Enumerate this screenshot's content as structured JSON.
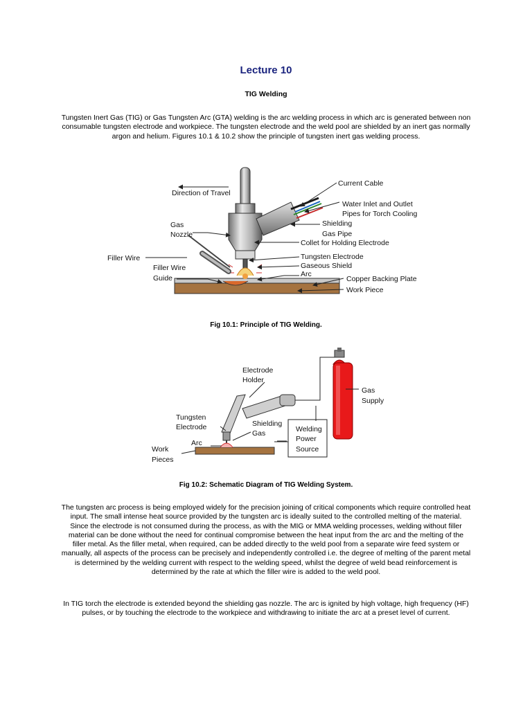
{
  "header": {
    "lecture_title": "Lecture 10",
    "section_title": "TIG Welding"
  },
  "paragraphs": {
    "intro": "Tungsten Inert Gas (TIG) or Gas Tungsten Arc (GTA) welding is the arc welding process in which arc is generated between non consumable tungsten electrode and workpiece. The tungsten electrode and the weld pool are shielded by an inert gas normally argon and helium. Figures 10.1 & 10.2 show the principle of tungsten inert gas welding process.",
    "process": "The tungsten arc process is being employed widely for the precision joining of critical components which require controlled heat input. The small intense heat source provided by the tungsten arc is ideally suited to the controlled melting of the material. Since the electrode is not consumed during the process, as with the MIG or MMA welding processes, welding without filler material can be done without the need for continual compromise between the heat input from the arc and the melting of the filler metal. As the filler metal, when required, can be added directly to the weld pool from a separate wire feed system or manually, all aspects of the process can be precisely and independently controlled i.e. the degree of melting of the parent metal is determined by the welding current with respect to the welding speed, whilst the degree of weld bead reinforcement is determined by the rate at which the filler wire is added to the weld pool.",
    "torch": "In TIG torch the electrode is extended beyond the shielding gas nozzle. The arc is ignited by high voltage, high frequency (HF) pulses, or by touching the electrode to the workpiece and withdrawing to initiate the arc at a preset level of current."
  },
  "figure1": {
    "caption": "Fig 10.1: Principle of TIG Welding.",
    "labels": {
      "direction": "Direction of Travel",
      "current_cable": "Current Cable",
      "water_1": "Water Inlet and Outlet",
      "water_2": "Pipes for Torch Cooling",
      "shielding_1": "Shielding",
      "shielding_2": "Gas Pipe",
      "collet": "Collet for Holding Electrode",
      "gas_1": "Gas",
      "gas_2": "Nozzle",
      "filler_wire": "Filler Wire",
      "guide_1": "Filler Wire",
      "guide_2": "Guide",
      "tungsten": "Tungsten Electrode",
      "gaseous": "Gaseous Shield",
      "arc": "Arc",
      "copper": "Copper Backing Plate",
      "work": "Work Piece"
    }
  },
  "figure2": {
    "caption": "Fig 10.2: Schematic Diagram of TIG Welding System.",
    "labels": {
      "holder_1": "Electrode",
      "holder_2": "Holder",
      "gas_1": "Gas",
      "gas_2": "Supply",
      "tungsten_1": "Tungsten",
      "tungsten_2": "Electrode",
      "shield_1": "Shielding",
      "shield_2": "Gas",
      "arc": "Arc",
      "work_1": "Work",
      "work_2": "Pieces",
      "power_1": "Welding",
      "power_2": "Power",
      "power_3": "Source"
    }
  },
  "colors": {
    "title": "#1a237e",
    "cylinder": "#e8191a",
    "workpiece": "#9a6b36",
    "arc": "#f0a040"
  }
}
